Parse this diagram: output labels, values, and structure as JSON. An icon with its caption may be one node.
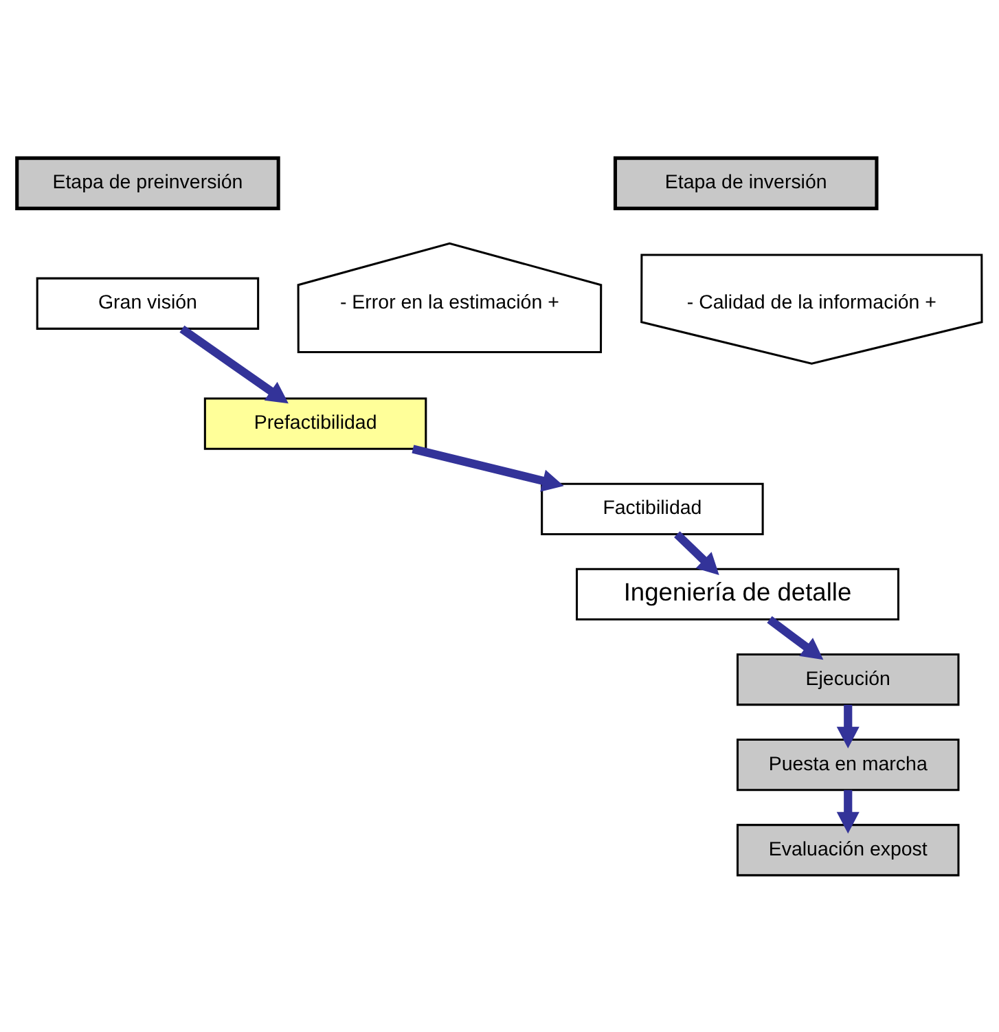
{
  "diagram": {
    "nodes": [
      {
        "text": [
          "Etapa de preinversión"
        ]
      },
      {
        "text": [
          "Etapa de inversión"
        ]
      },
      {
        "text": [
          "Gran visión"
        ]
      },
      {
        "text": [
          "Prefactibilidad"
        ]
      },
      {
        "text": [
          "Factibilidad"
        ]
      },
      {
        "text": [
          "Ingeniería de detalle"
        ]
      },
      {
        "text": [
          "Ejecución"
        ]
      },
      {
        "text": [
          "Puesta en marcha"
        ]
      },
      {
        "text": [
          "Evaluación expost"
        ]
      },
      {
        "text": [
          "- Error en la estimación +"
        ]
      },
      {
        "text": [
          "- Calidad de la información +"
        ]
      }
    ],
    "edges": [
      {
        "from": 2,
        "to": 3,
        "arrow": "to"
      },
      {
        "from": 3,
        "to": 4,
        "arrow": "to"
      },
      {
        "from": 4,
        "to": 5,
        "arrow": "to"
      },
      {
        "from": 5,
        "to": 6,
        "arrow": "to"
      },
      {
        "from": 6,
        "to": 7,
        "arrow": "to"
      },
      {
        "from": 7,
        "to": 8,
        "arrow": "to"
      }
    ]
  }
}
